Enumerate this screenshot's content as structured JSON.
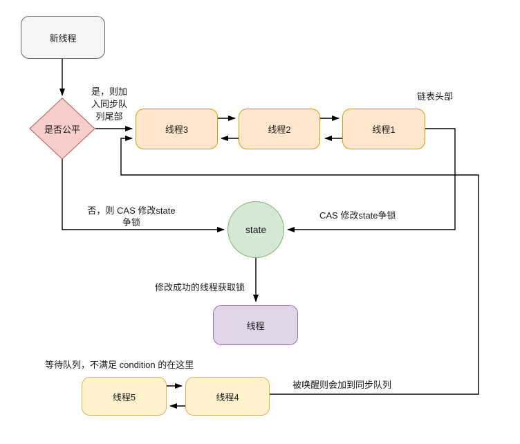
{
  "diagram": {
    "type": "flowchart",
    "nodes": {
      "new_thread": {
        "label": "新线程",
        "shape": "rounded-rect",
        "color_name": "gray"
      },
      "fair_decision": {
        "label": "是否公平",
        "shape": "diamond",
        "color_name": "red"
      },
      "thread3": {
        "label": "线程3",
        "shape": "rounded-rect",
        "color_name": "orange"
      },
      "thread2": {
        "label": "线程2",
        "shape": "rounded-rect",
        "color_name": "orange"
      },
      "thread1": {
        "label": "线程1",
        "shape": "rounded-rect",
        "color_name": "orange"
      },
      "state": {
        "label": "state",
        "shape": "circle",
        "color_name": "green"
      },
      "locked_thread": {
        "label": "线程",
        "shape": "rounded-rect",
        "color_name": "purple"
      },
      "thread5": {
        "label": "线程5",
        "shape": "rounded-rect",
        "color_name": "yellow"
      },
      "thread4": {
        "label": "线程4",
        "shape": "rounded-rect",
        "color_name": "yellow"
      }
    },
    "labels": {
      "yes_branch": "是，则加\n入同步队\n列尾部",
      "list_head": "链表头部",
      "no_cas": "否，则 CAS 修改state\n争锁",
      "cas_right": "CAS 修改state争锁",
      "acquire": "修改成功的线程获取锁",
      "wait_queue": "等待队列，不满足 condition 的在这里",
      "awakened": "被唤醒则会加到同步队列"
    },
    "colors": {
      "stroke": "#000000",
      "gray_fill": "#f5f5f5",
      "gray_border": "#666666",
      "red_fill": "#f8cecc",
      "red_border": "#b85450",
      "orange_fill": "#ffe6cc",
      "orange_border": "#d79b00",
      "green_fill": "#d5e8d4",
      "green_border": "#82b366",
      "purple_fill": "#e1d5e7",
      "purple_border": "#9673a6",
      "yellow_fill": "#fff2cc",
      "yellow_border": "#d6b656"
    }
  }
}
